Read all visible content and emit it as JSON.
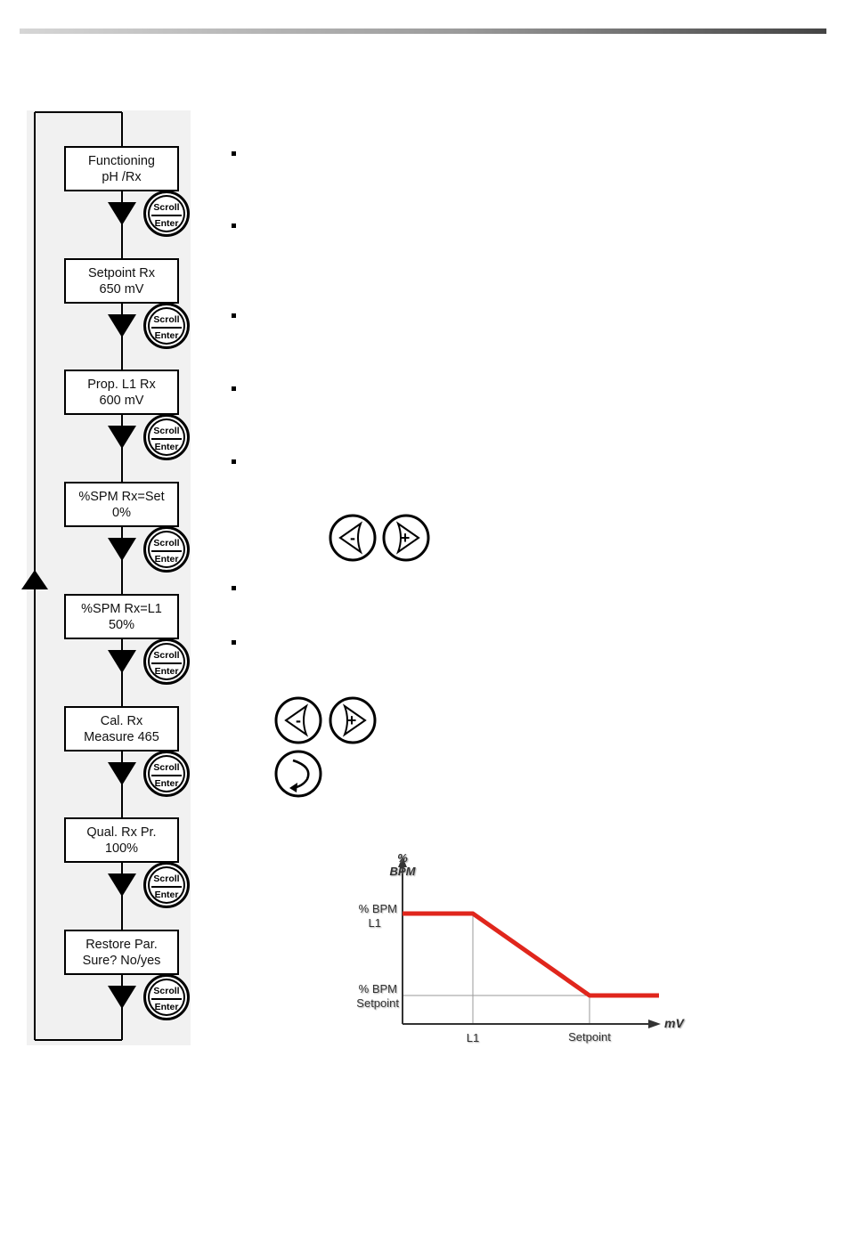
{
  "flowchart": {
    "steps": [
      {
        "line1": "Functioning",
        "line2": "pH /Rx"
      },
      {
        "line1": "Setpoint Rx",
        "line2": "650 mV"
      },
      {
        "line1": "Prop. L1 Rx",
        "line2": "600 mV"
      },
      {
        "line1": "%SPM Rx=Set",
        "line2": "0%"
      },
      {
        "line1": "%SPM Rx=L1",
        "line2": "50%"
      },
      {
        "line1": "Cal. Rx",
        "line2": "Measure 465"
      },
      {
        "line1": "Qual. Rx Pr.",
        "line2": "100%"
      },
      {
        "line1": "Restore Par.",
        "line2": "Sure? No/yes"
      }
    ],
    "button": {
      "top_label": "Scroll",
      "bottom_label": "Enter"
    }
  },
  "keys": {
    "minus_symbol": "-",
    "plus_symbol": "+"
  },
  "chart_data": {
    "type": "line",
    "ylabel_line1": "%",
    "ylabel_line2": "BPM",
    "xlabel": "mV",
    "x_ticks": [
      "L1",
      "Setpoint"
    ],
    "y_ticks": [
      {
        "line1": "% BPM",
        "line2": "L1"
      },
      {
        "line1": "% BPM",
        "line2": "Setpoint"
      }
    ],
    "series": [
      {
        "color": "#e0261c",
        "points": [
          [
            "start",
            "% BPM L1"
          ],
          [
            "L1",
            "% BPM L1"
          ],
          [
            "Setpoint",
            "% BPM Setpoint"
          ],
          [
            "end",
            "% BPM Setpoint"
          ]
        ]
      }
    ]
  }
}
